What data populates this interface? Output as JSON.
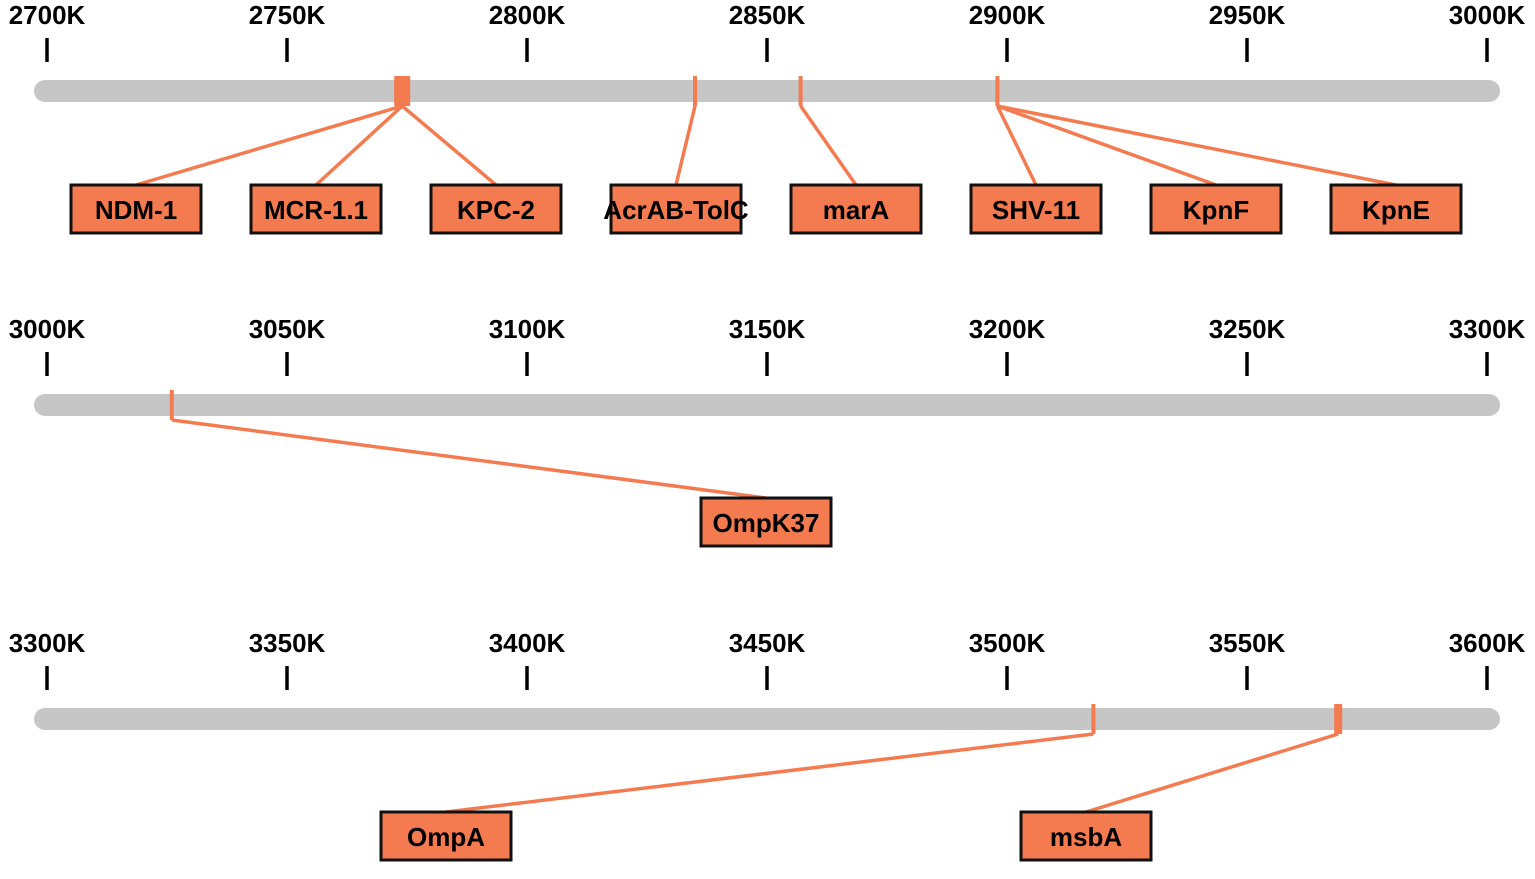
{
  "colors": {
    "track": "#c6c6c6",
    "gene": "#f47a50",
    "outline": "#111111",
    "text": "#000000"
  },
  "rows": [
    {
      "ticks": [
        "2700K",
        "2750K",
        "2800K",
        "2850K",
        "2900K",
        "2950K",
        "3000K"
      ],
      "genes": [
        {
          "name": "NDM-1",
          "position_k": 2774
        },
        {
          "name": "MCR-1.1",
          "position_k": 2774
        },
        {
          "name": "KPC-2",
          "position_k": 2774
        },
        {
          "name": "AcrAB-TolC",
          "position_k": 2835
        },
        {
          "name": "marA",
          "position_k": 2857
        },
        {
          "name": "SHV-11",
          "position_k": 2898
        },
        {
          "name": "KpnF",
          "position_k": 2898
        },
        {
          "name": "KpnE",
          "position_k": 2898
        }
      ]
    },
    {
      "ticks": [
        "3000K",
        "3050K",
        "3100K",
        "3150K",
        "3200K",
        "3250K",
        "3300K"
      ],
      "genes": [
        {
          "name": "OmpK37",
          "position_k": 3026
        }
      ]
    },
    {
      "ticks": [
        "3300K",
        "3350K",
        "3400K",
        "3450K",
        "3500K",
        "3550K",
        "3600K"
      ],
      "genes": [
        {
          "name": "OmpA",
          "position_k": 3518
        },
        {
          "name": "msbA",
          "position_k": 3569
        }
      ]
    }
  ]
}
